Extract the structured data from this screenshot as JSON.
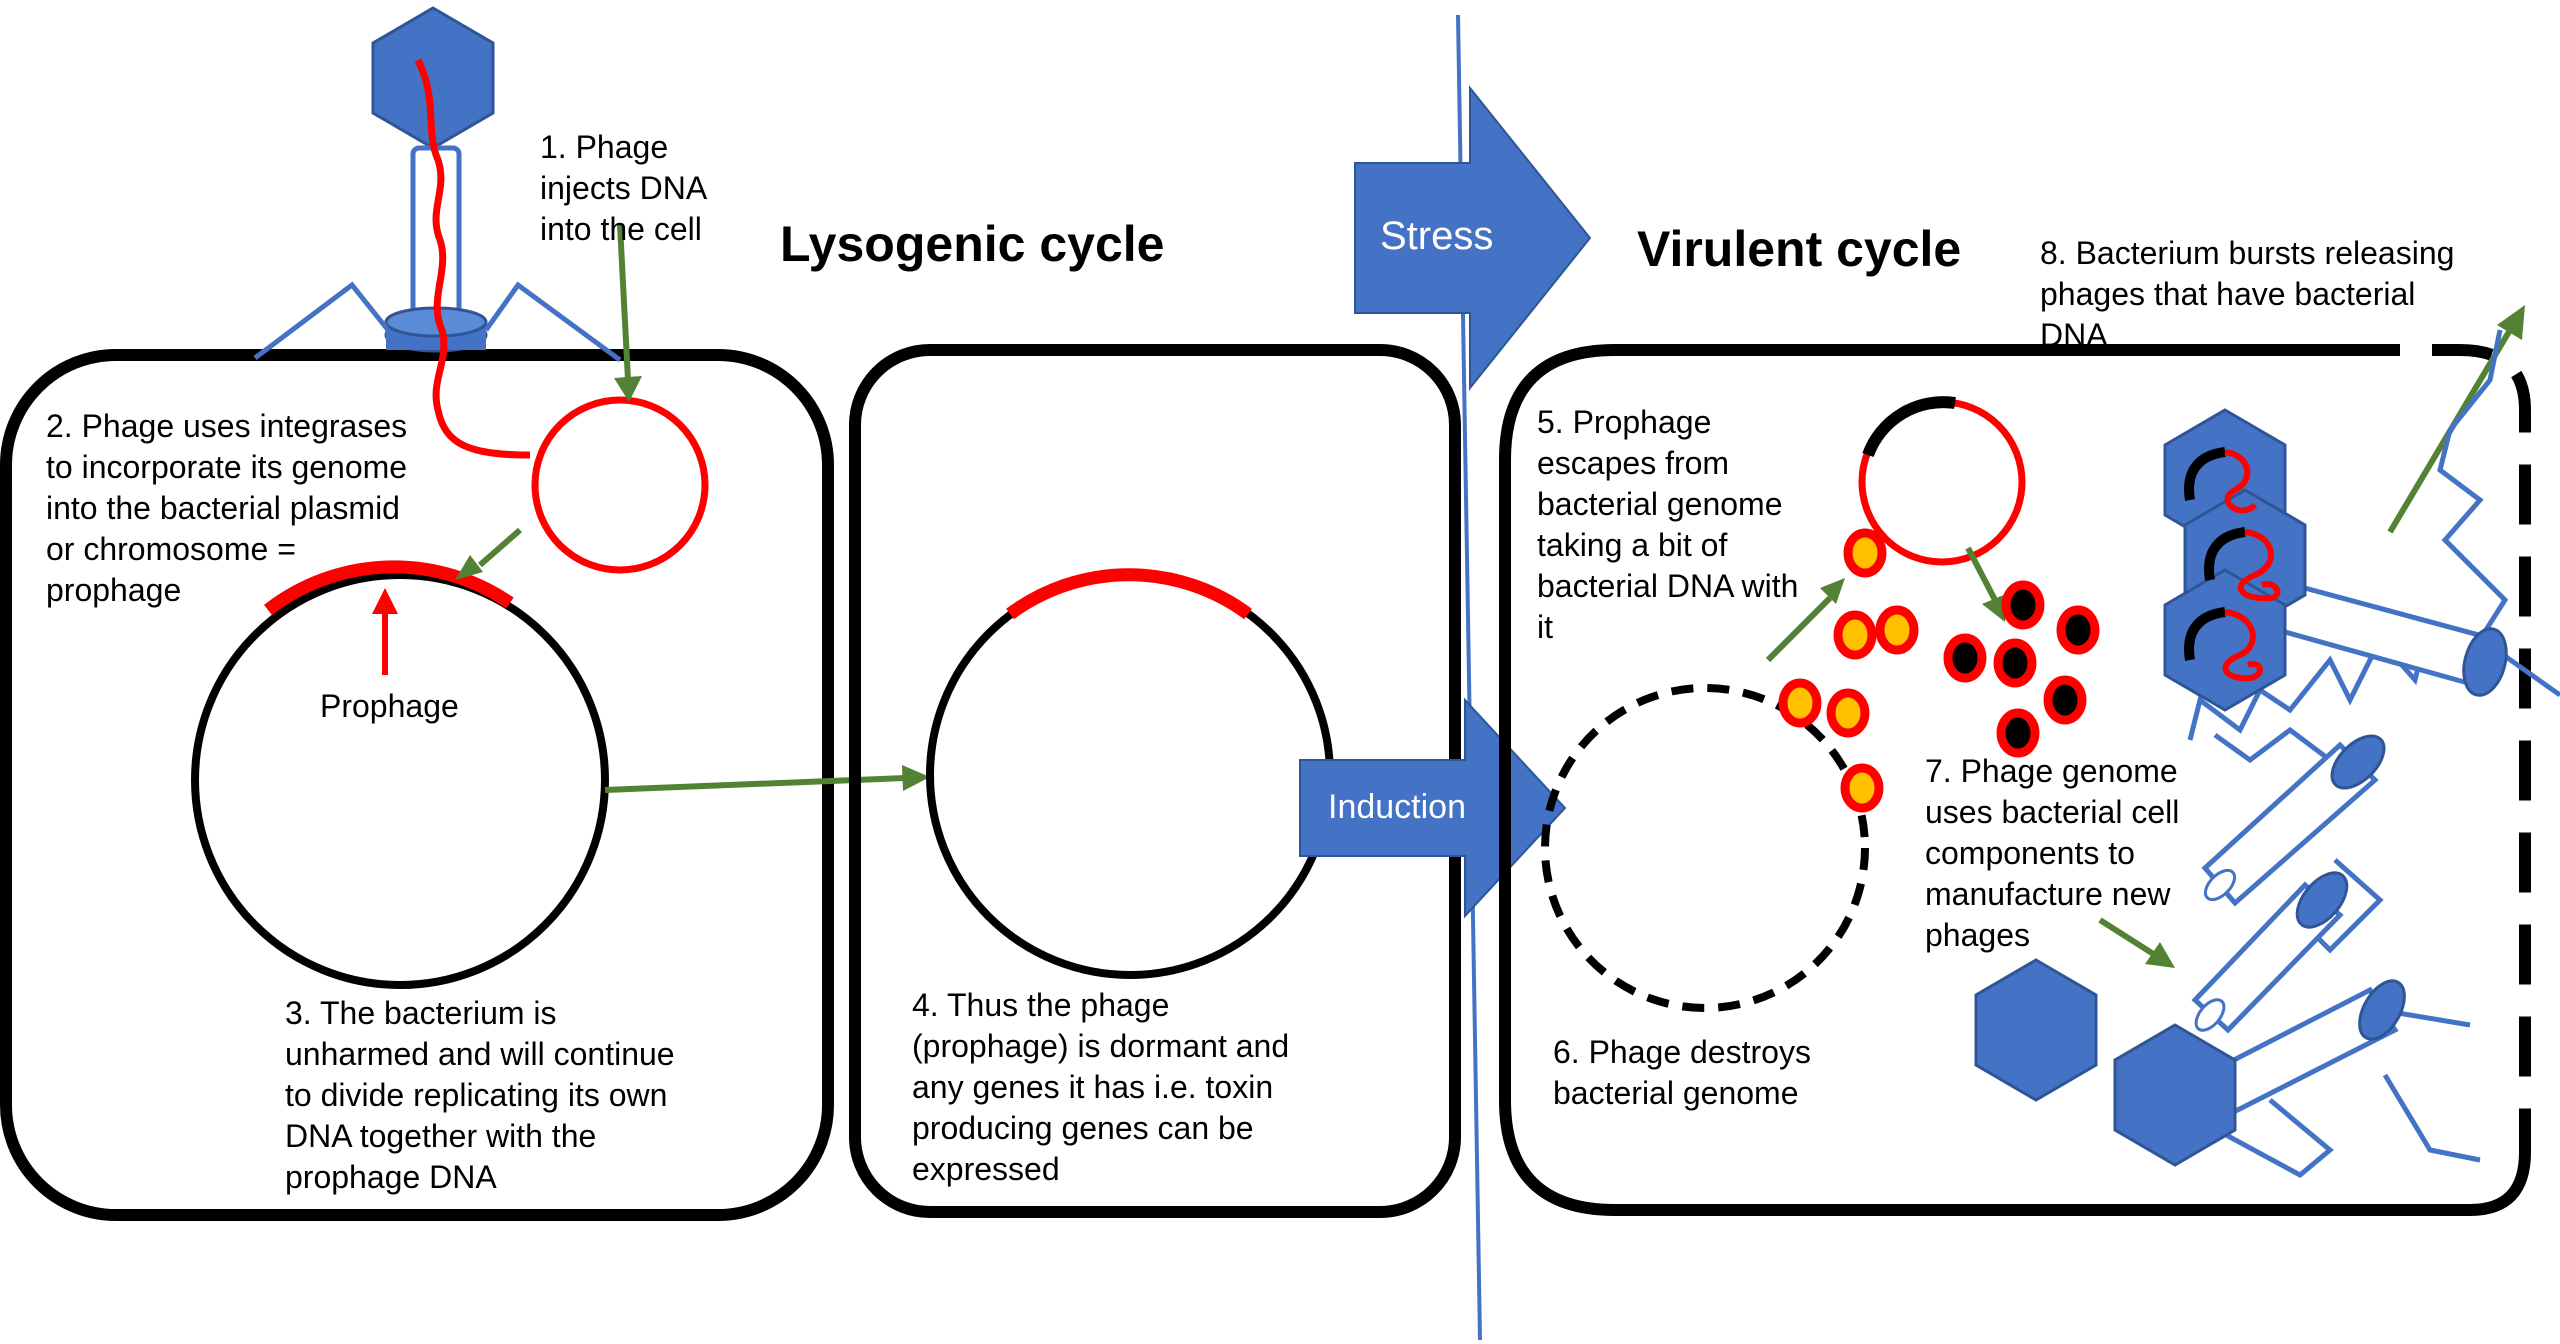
{
  "titles": {
    "lysogenic": "Lysogenic cycle",
    "virulent": "Virulent cycle"
  },
  "arrows": {
    "stress": "Stress",
    "induction": "Induction"
  },
  "labels": {
    "prophage": "Prophage",
    "step1": "1. Phage\ninjects DNA\ninto the cell",
    "step2": "2. Phage uses integrases\nto incorporate its genome\ninto the bacterial plasmid\nor chromosome =\nprophage",
    "step3": "3. The bacterium is\nunharmed and will continue\nto divide replicating its own\nDNA together with the\nprophage DNA",
    "step4": "4. Thus the phage\n(prophage) is dormant and\nany genes it has i.e. toxin\nproducing genes can be\nexpressed",
    "step5": "5. Prophage\nescapes from\nbacterial genome\ntaking a bit of\nbacterial DNA with\nit",
    "step6": "6. Phage destroys\nbacterial genome",
    "step7": "7. Phage genome\nuses bacterial cell\ncomponents to\nmanufacture new\nphages",
    "step8": "8. Bacterium bursts releasing\nphages that have bacterial\nDNA"
  },
  "colors": {
    "phage_blue": "#4472C4",
    "phage_blue_dark": "#2F5597",
    "dna_red": "#FF0000",
    "arrow_green": "#548235",
    "gold": "#FFC000",
    "cell_black": "#000000"
  }
}
